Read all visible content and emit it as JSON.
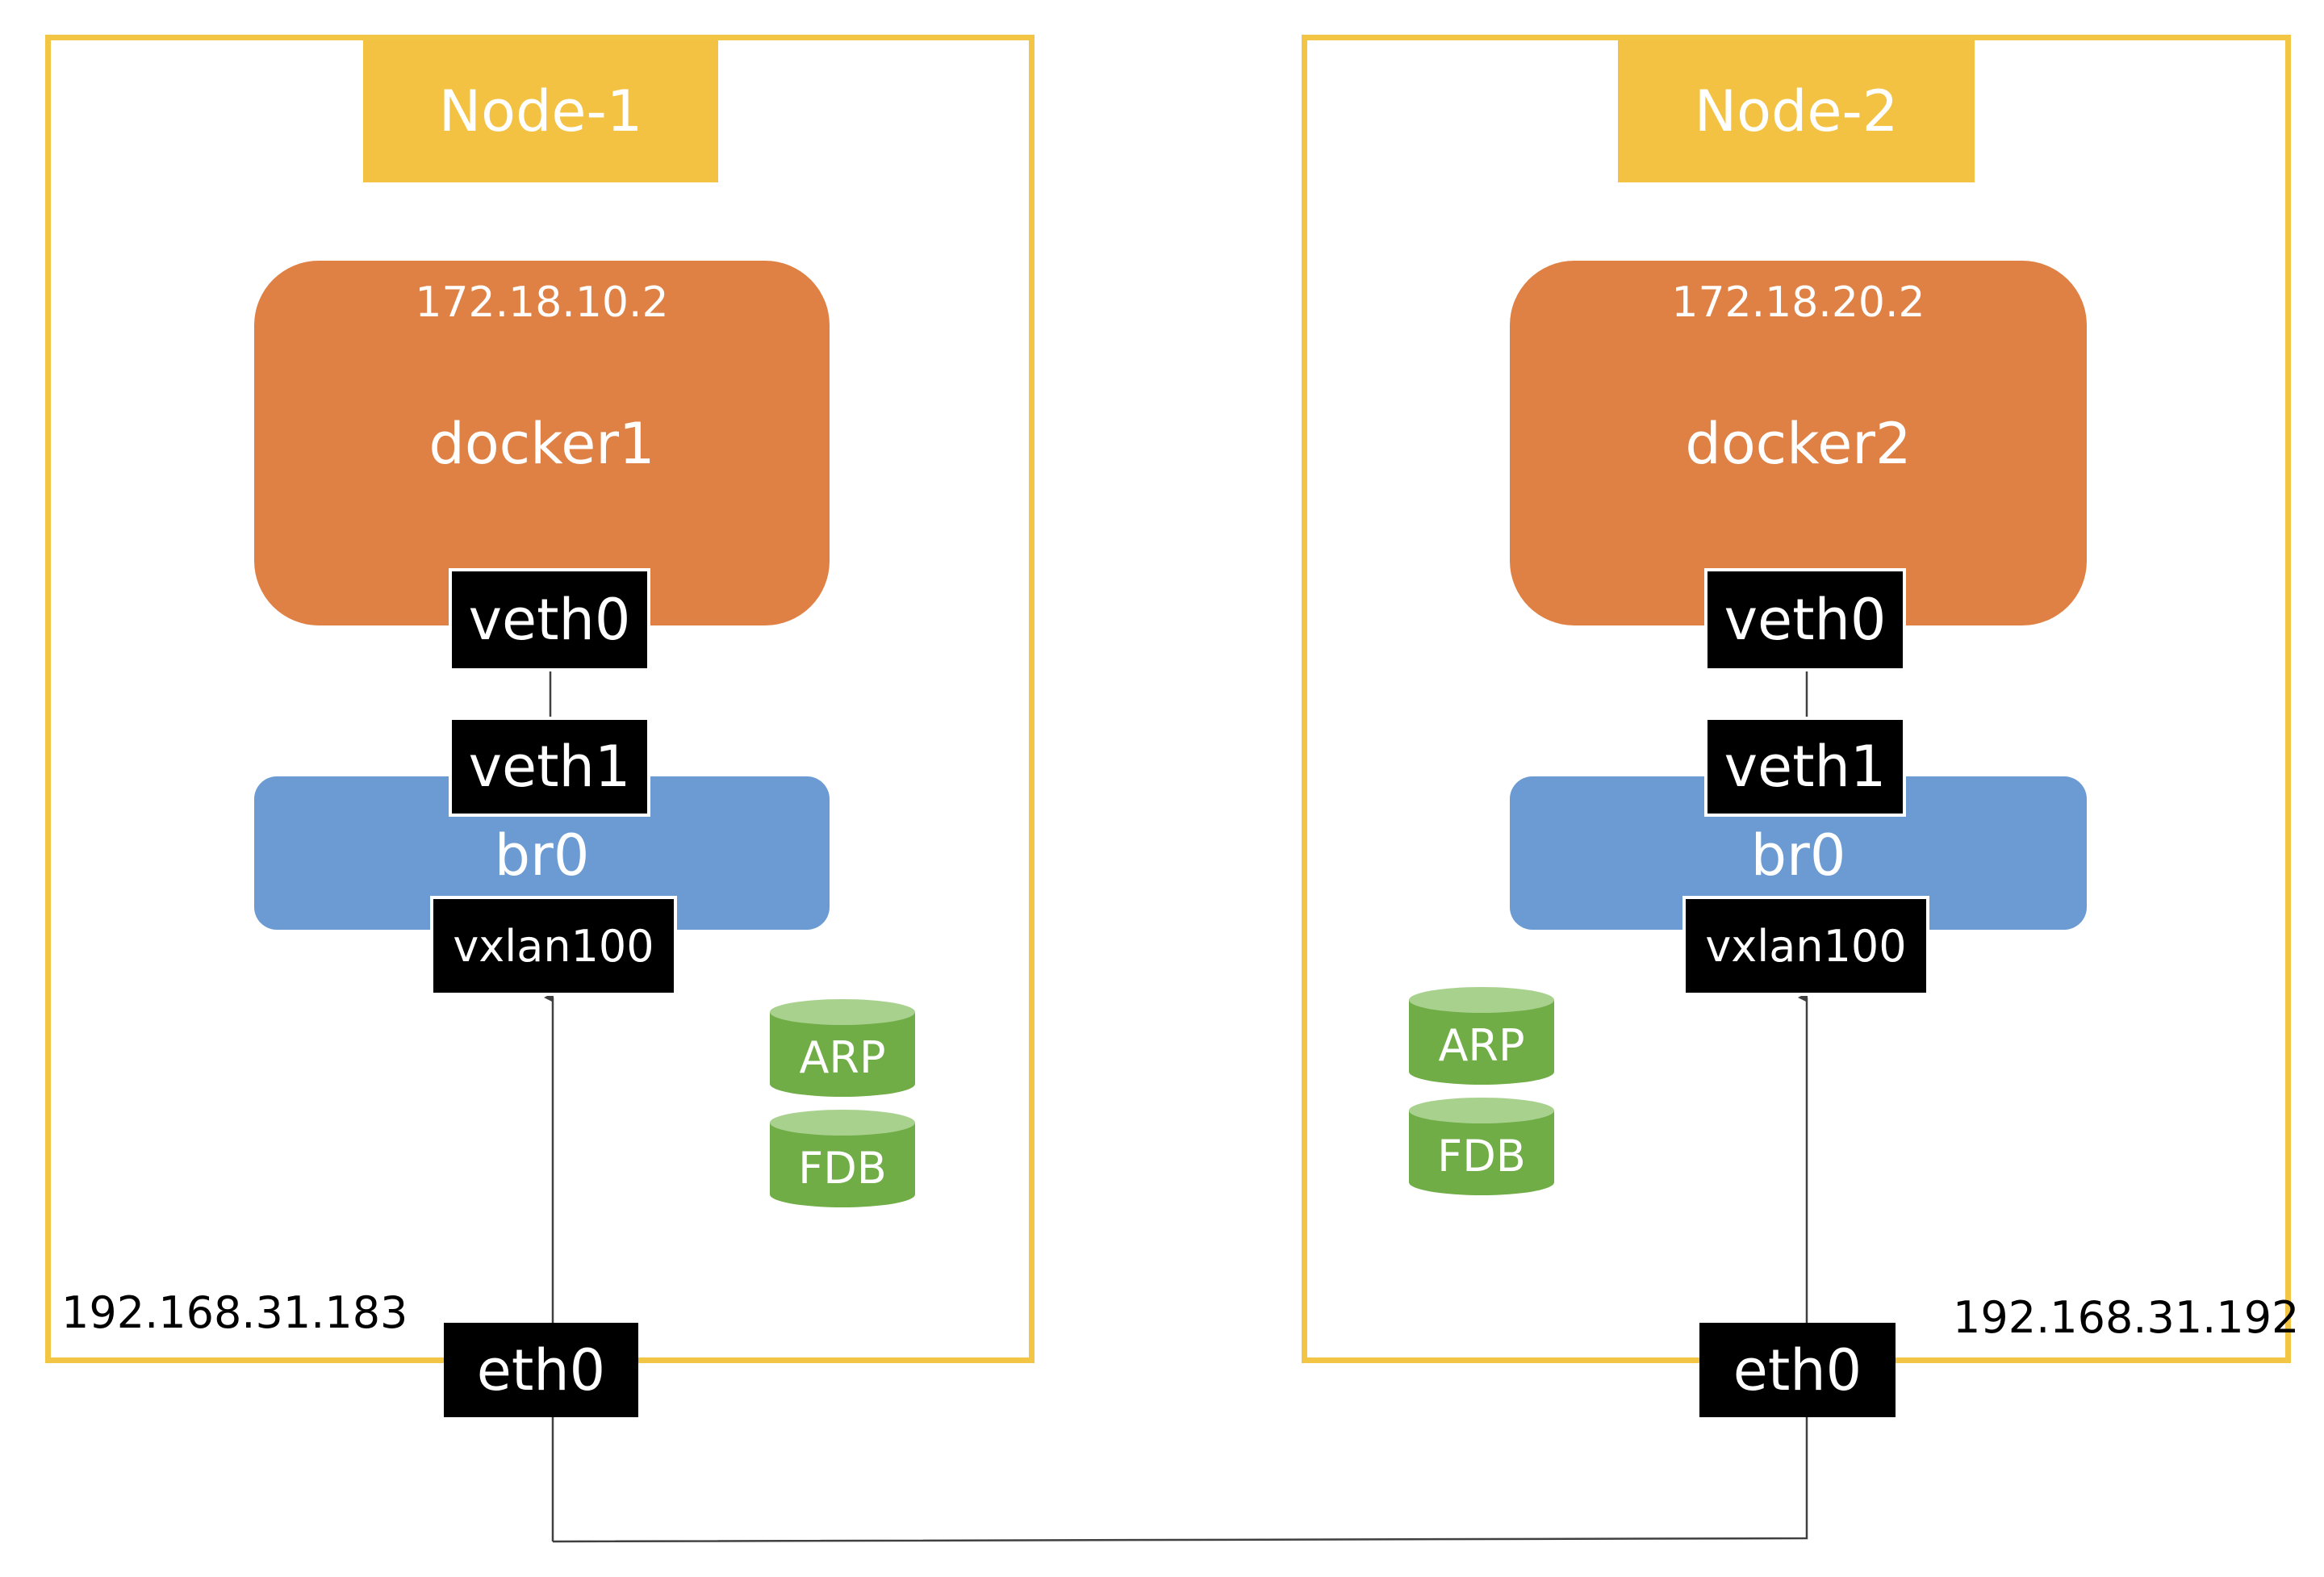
{
  "nodes": [
    {
      "title": "Node-1",
      "container": {
        "ip": "172.18.10.2",
        "name": "docker1"
      },
      "bridge": "br0",
      "veth_container": "veth0",
      "veth_bridge": "veth1",
      "vxlan": "vxlan100",
      "host_ip": "192.168.31.183",
      "eth": "eth0",
      "stores": [
        "ARP",
        "FDB"
      ]
    },
    {
      "title": "Node-2",
      "container": {
        "ip": "172.18.20.2",
        "name": "docker2"
      },
      "bridge": "br0",
      "veth_container": "veth0",
      "veth_bridge": "veth1",
      "vxlan": "vxlan100",
      "host_ip": "192.168.31.192",
      "eth": "eth0",
      "stores": [
        "ARP",
        "FDB"
      ]
    }
  ],
  "colors": {
    "node_border": "#f2c644",
    "node_title_bg": "#f4c242",
    "container_bg": "#df8044",
    "bridge_bg": "#6b9bd2",
    "iface_bg": "#000000",
    "store_bg": "#70ad47",
    "store_top": "#a9d18e",
    "link_line": "#404040"
  },
  "icons": {
    "store": "database-cylinder-icon",
    "arrow": "arrowhead-up-icon"
  }
}
